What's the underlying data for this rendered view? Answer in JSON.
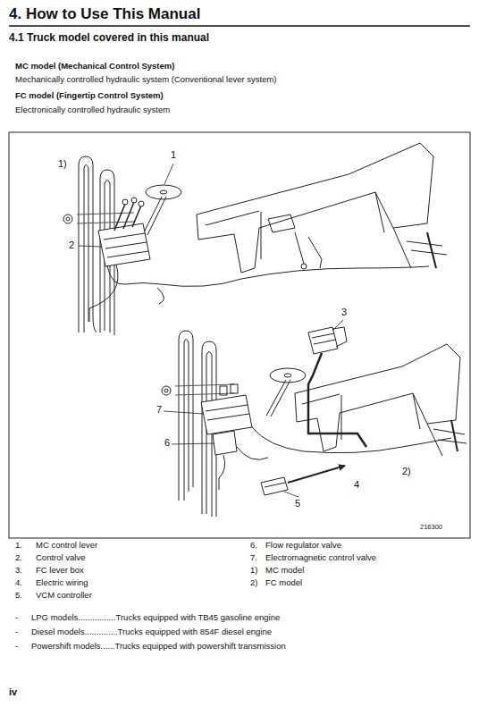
{
  "diagram": {
    "title": "4. How to Use This Manual",
    "labels": [
      "4.1 Truck model covered in this manual",
      "MC model (Mechanical Control System)",
      "Mechanically controlled hydraulic system (Conventional lever system)",
      "FC model (Fingertip Control System)",
      "Electronically controlled hydraulic system",
      "1)",
      "1",
      "2",
      "3",
      "7",
      "6",
      "4",
      "2)",
      "5",
      "216300",
      "1.",
      "MC control lever",
      "2.",
      "Control valve",
      "3.",
      "FC lever box",
      "4.",
      "Electric wiring",
      "5.",
      "VCM controller",
      "6.",
      "Flow regulator valve",
      "7.",
      "Electromagnetic control valve",
      "1)",
      "MC model",
      "2)",
      "FC model",
      "-",
      "LPG models................Trucks equipped with TB45 gasoline engine",
      "-",
      "Diesel models..............Trucks equipped with 854F diesel engine",
      "-",
      "Powershift models......Trucks equipped with powershift transmission",
      "iv"
    ]
  }
}
